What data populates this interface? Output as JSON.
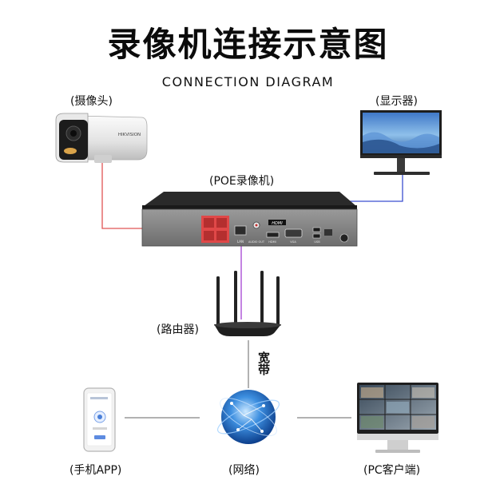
{
  "title": "录像机连接示意图",
  "subtitle": "CONNECTION DIAGRAM",
  "labels": {
    "camera": "(摄像头)",
    "monitor": "(显示器)",
    "nvr": "(POE录像机)",
    "router": "(路由器)",
    "broadband": "宽带",
    "phone": "(手机APP)",
    "network": "(网络)",
    "pc": "(PC客户端)"
  },
  "device_text": {
    "camera_brand": "HIKVISION",
    "nvr_hdmi_badge": "HDMI",
    "nvr_port_hdmi": "HDMI",
    "nvr_port_vga": "VGA",
    "nvr_port_usb": "USB",
    "nvr_port_audio": "AUDIO OUT",
    "nvr_port_lan": "LAN"
  },
  "colors": {
    "camera_cable": "#e05555",
    "monitor_cable": "#3b4fd0",
    "router_cable": "#b05ad8",
    "poe_ports": "#e04848",
    "line_gray": "#666666"
  }
}
